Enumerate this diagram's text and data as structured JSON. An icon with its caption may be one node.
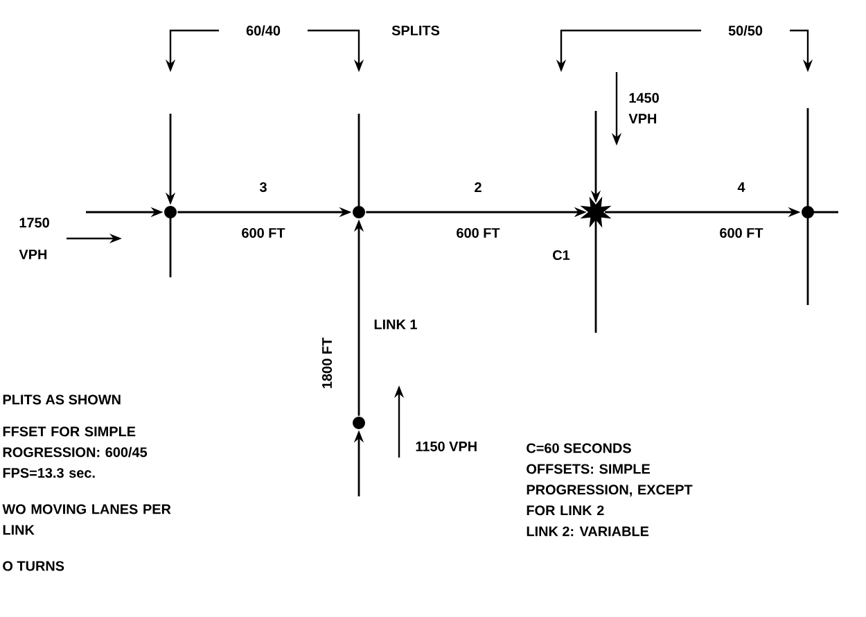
{
  "diagram": {
    "nodes": [
      {
        "text": [],
        "shape": "circle"
      },
      {
        "text": [],
        "shape": "circle"
      },
      {
        "text": [],
        "shape": "star"
      },
      {
        "text": [],
        "shape": "circle"
      },
      {
        "text": [],
        "shape": "circle"
      }
    ],
    "edges": [
      {
        "from": null,
        "to": 0,
        "arrow": "to"
      },
      {
        "from": null,
        "to": 0,
        "arrow": "to"
      },
      {
        "from": 0,
        "to": 1,
        "arrow": "to",
        "label": "3"
      },
      {
        "from": 1,
        "to": 2,
        "arrow": "to",
        "label": "2"
      },
      {
        "from": 2,
        "to": 3,
        "arrow": "to",
        "label": "4"
      },
      {
        "from": 4,
        "to": 1,
        "arrow": "to",
        "label": "LINK 1"
      },
      {
        "from": null,
        "to": 4,
        "arrow": "to"
      },
      {
        "from": null,
        "to": 2,
        "arrow": "to"
      }
    ],
    "labels": [
      "60/40",
      "SPLITS",
      "50/50",
      "1450 VPH",
      "1750 VPH",
      "600 FT",
      "600 FT",
      "600 FT",
      "C1",
      "1800 FT",
      "1150 VPH",
      "PLITS AS SHOWN",
      "FFSET FOR SIMPLE ROGRESSION: 600/45 FPS=13.3 sec.",
      "WO MOVING LANES PER LINK",
      "O TURNS",
      "C=60 SECONDS",
      "OFFSETS: SIMPLE PROGRESSION, EXCEPT FOR LINK 2",
      "LINK 2: VARIABLE"
    ]
  }
}
